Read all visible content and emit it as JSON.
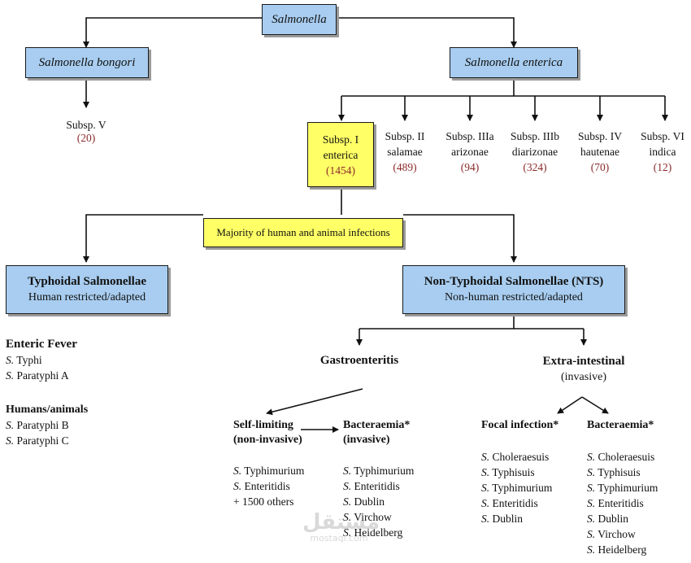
{
  "root": "Salmonella",
  "species": [
    {
      "name": "Salmonella bongori"
    },
    {
      "name": "Salmonella enterica"
    }
  ],
  "bongori_subsp": {
    "label": "Subsp. V",
    "count": "(20)"
  },
  "enterica_subsp": [
    {
      "line1": "Subsp. I",
      "line2": "enterica",
      "count": "(1454)"
    },
    {
      "line1": "Subsp. II",
      "line2": "salamae",
      "count": "(489)"
    },
    {
      "line1": "Subsp. IIIa",
      "line2": "arizonae",
      "count": "(94)"
    },
    {
      "line1": "Subsp. IIIb",
      "line2": "diarizonae",
      "count": "(324)"
    },
    {
      "line1": "Subsp. IV",
      "line2": "hautenae",
      "count": "(70)"
    },
    {
      "line1": "Subsp. VI",
      "line2": "indica",
      "count": "(12)"
    }
  ],
  "majority": "Majority of human and animal infections",
  "typhoidal": {
    "title": "Typhoidal Salmonellae",
    "subtitle": "Human restricted/adapted"
  },
  "nts": {
    "title": "Non-Typhoidal Salmonellae (NTS)",
    "subtitle": "Non-human restricted/adapted"
  },
  "enteric_fever": {
    "heading": "Enteric Fever",
    "items": [
      {
        "genus": "S.",
        "serovar": "Typhi"
      },
      {
        "genus": "S.",
        "serovar": "Paratyphi A"
      }
    ]
  },
  "humans_animals": {
    "heading": "Humans/animals",
    "items": [
      {
        "genus": "S.",
        "serovar": "Paratyphi B"
      },
      {
        "genus": "S.",
        "serovar": "Paratyphi C"
      }
    ]
  },
  "gastro": {
    "title": "Gastroenteritis"
  },
  "extra": {
    "title": "Extra-intestinal",
    "subtitle": "(invasive)"
  },
  "self_limiting": {
    "line1": "Self-limiting",
    "line2": "(non-invasive)",
    "items": [
      {
        "genus": "S.",
        "serovar": "Typhimurium"
      },
      {
        "genus": "S.",
        "serovar": "Enteritidis"
      },
      {
        "genus": "",
        "serovar": "+ 1500 others"
      }
    ]
  },
  "gastro_bact": {
    "line1": "Bacteraemia*",
    "line2": "(invasive)",
    "items": [
      {
        "genus": "S.",
        "serovar": "Typhimurium"
      },
      {
        "genus": "S.",
        "serovar": "Enteritidis"
      },
      {
        "genus": "S.",
        "serovar": "Dublin"
      },
      {
        "genus": "S.",
        "serovar": "Virchow"
      },
      {
        "genus": "S.",
        "serovar": "Heidelberg"
      }
    ]
  },
  "focal": {
    "line1": "Focal infection*",
    "items": [
      {
        "genus": "S.",
        "serovar": "Choleraesuis"
      },
      {
        "genus": "S.",
        "serovar": "Typhisuis"
      },
      {
        "genus": "S.",
        "serovar": "Typhimurium"
      },
      {
        "genus": "S.",
        "serovar": "Enteritidis"
      },
      {
        "genus": "S.",
        "serovar": "Dublin"
      }
    ]
  },
  "extra_bact": {
    "line1": "Bacteraemia*",
    "items": [
      {
        "genus": "S.",
        "serovar": "Choleraesuis"
      },
      {
        "genus": "S.",
        "serovar": "Typhisuis"
      },
      {
        "genus": "S.",
        "serovar": "Typhimurium"
      },
      {
        "genus": "S.",
        "serovar": "Enteritidis"
      },
      {
        "genus": "S.",
        "serovar": "Dublin"
      },
      {
        "genus": "S.",
        "serovar": "Virchow"
      },
      {
        "genus": "S.",
        "serovar": "Heidelberg"
      }
    ]
  },
  "watermark": {
    "arabic": "مستقل",
    "latin": "mostaql.com"
  }
}
